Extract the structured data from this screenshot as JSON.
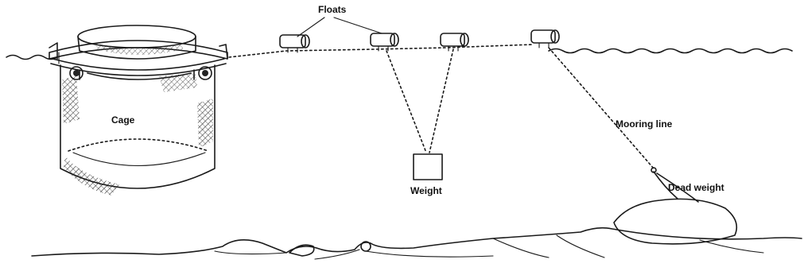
{
  "labels": {
    "floats": "Floats",
    "cage": "Cage",
    "weight": "Weight",
    "mooring_line": "Mooring line",
    "dead_weight": "Dead weight"
  },
  "colors": {
    "ink": "#1a1a1a",
    "background": "#ffffff"
  }
}
